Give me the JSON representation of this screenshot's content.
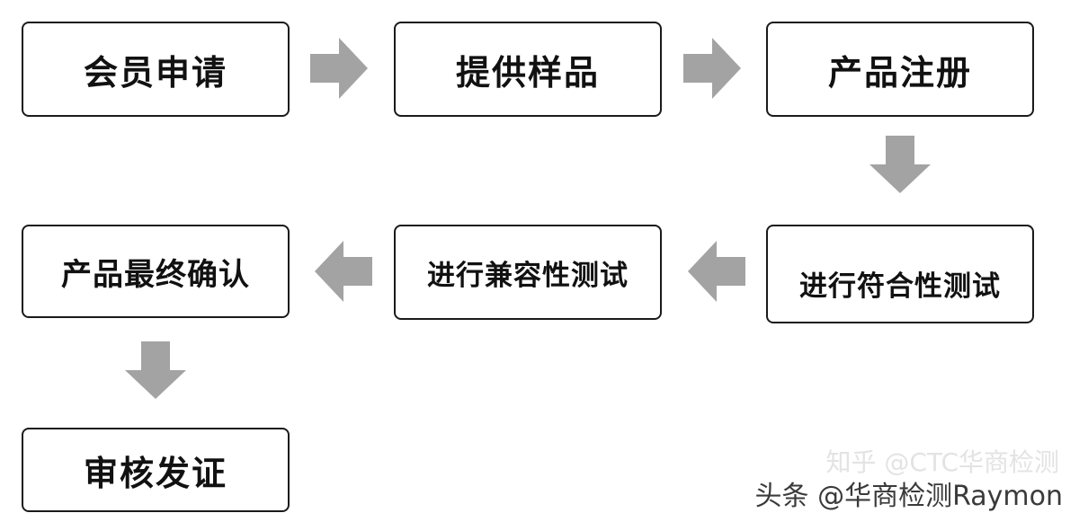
{
  "steps": {
    "member_application": "会员申请",
    "provide_samples": "提供样品",
    "product_registration": "产品注册",
    "conformance_test": "进行符合性测试",
    "compatibility_test": "进行兼容性测试",
    "final_confirmation": "产品最终确认",
    "certification": "审核发证"
  },
  "arrow_color": "#a3a3a3",
  "watermarks": {
    "background": "知乎 @CTC华商检测",
    "foreground": "头条 @华商检测Raymon"
  }
}
